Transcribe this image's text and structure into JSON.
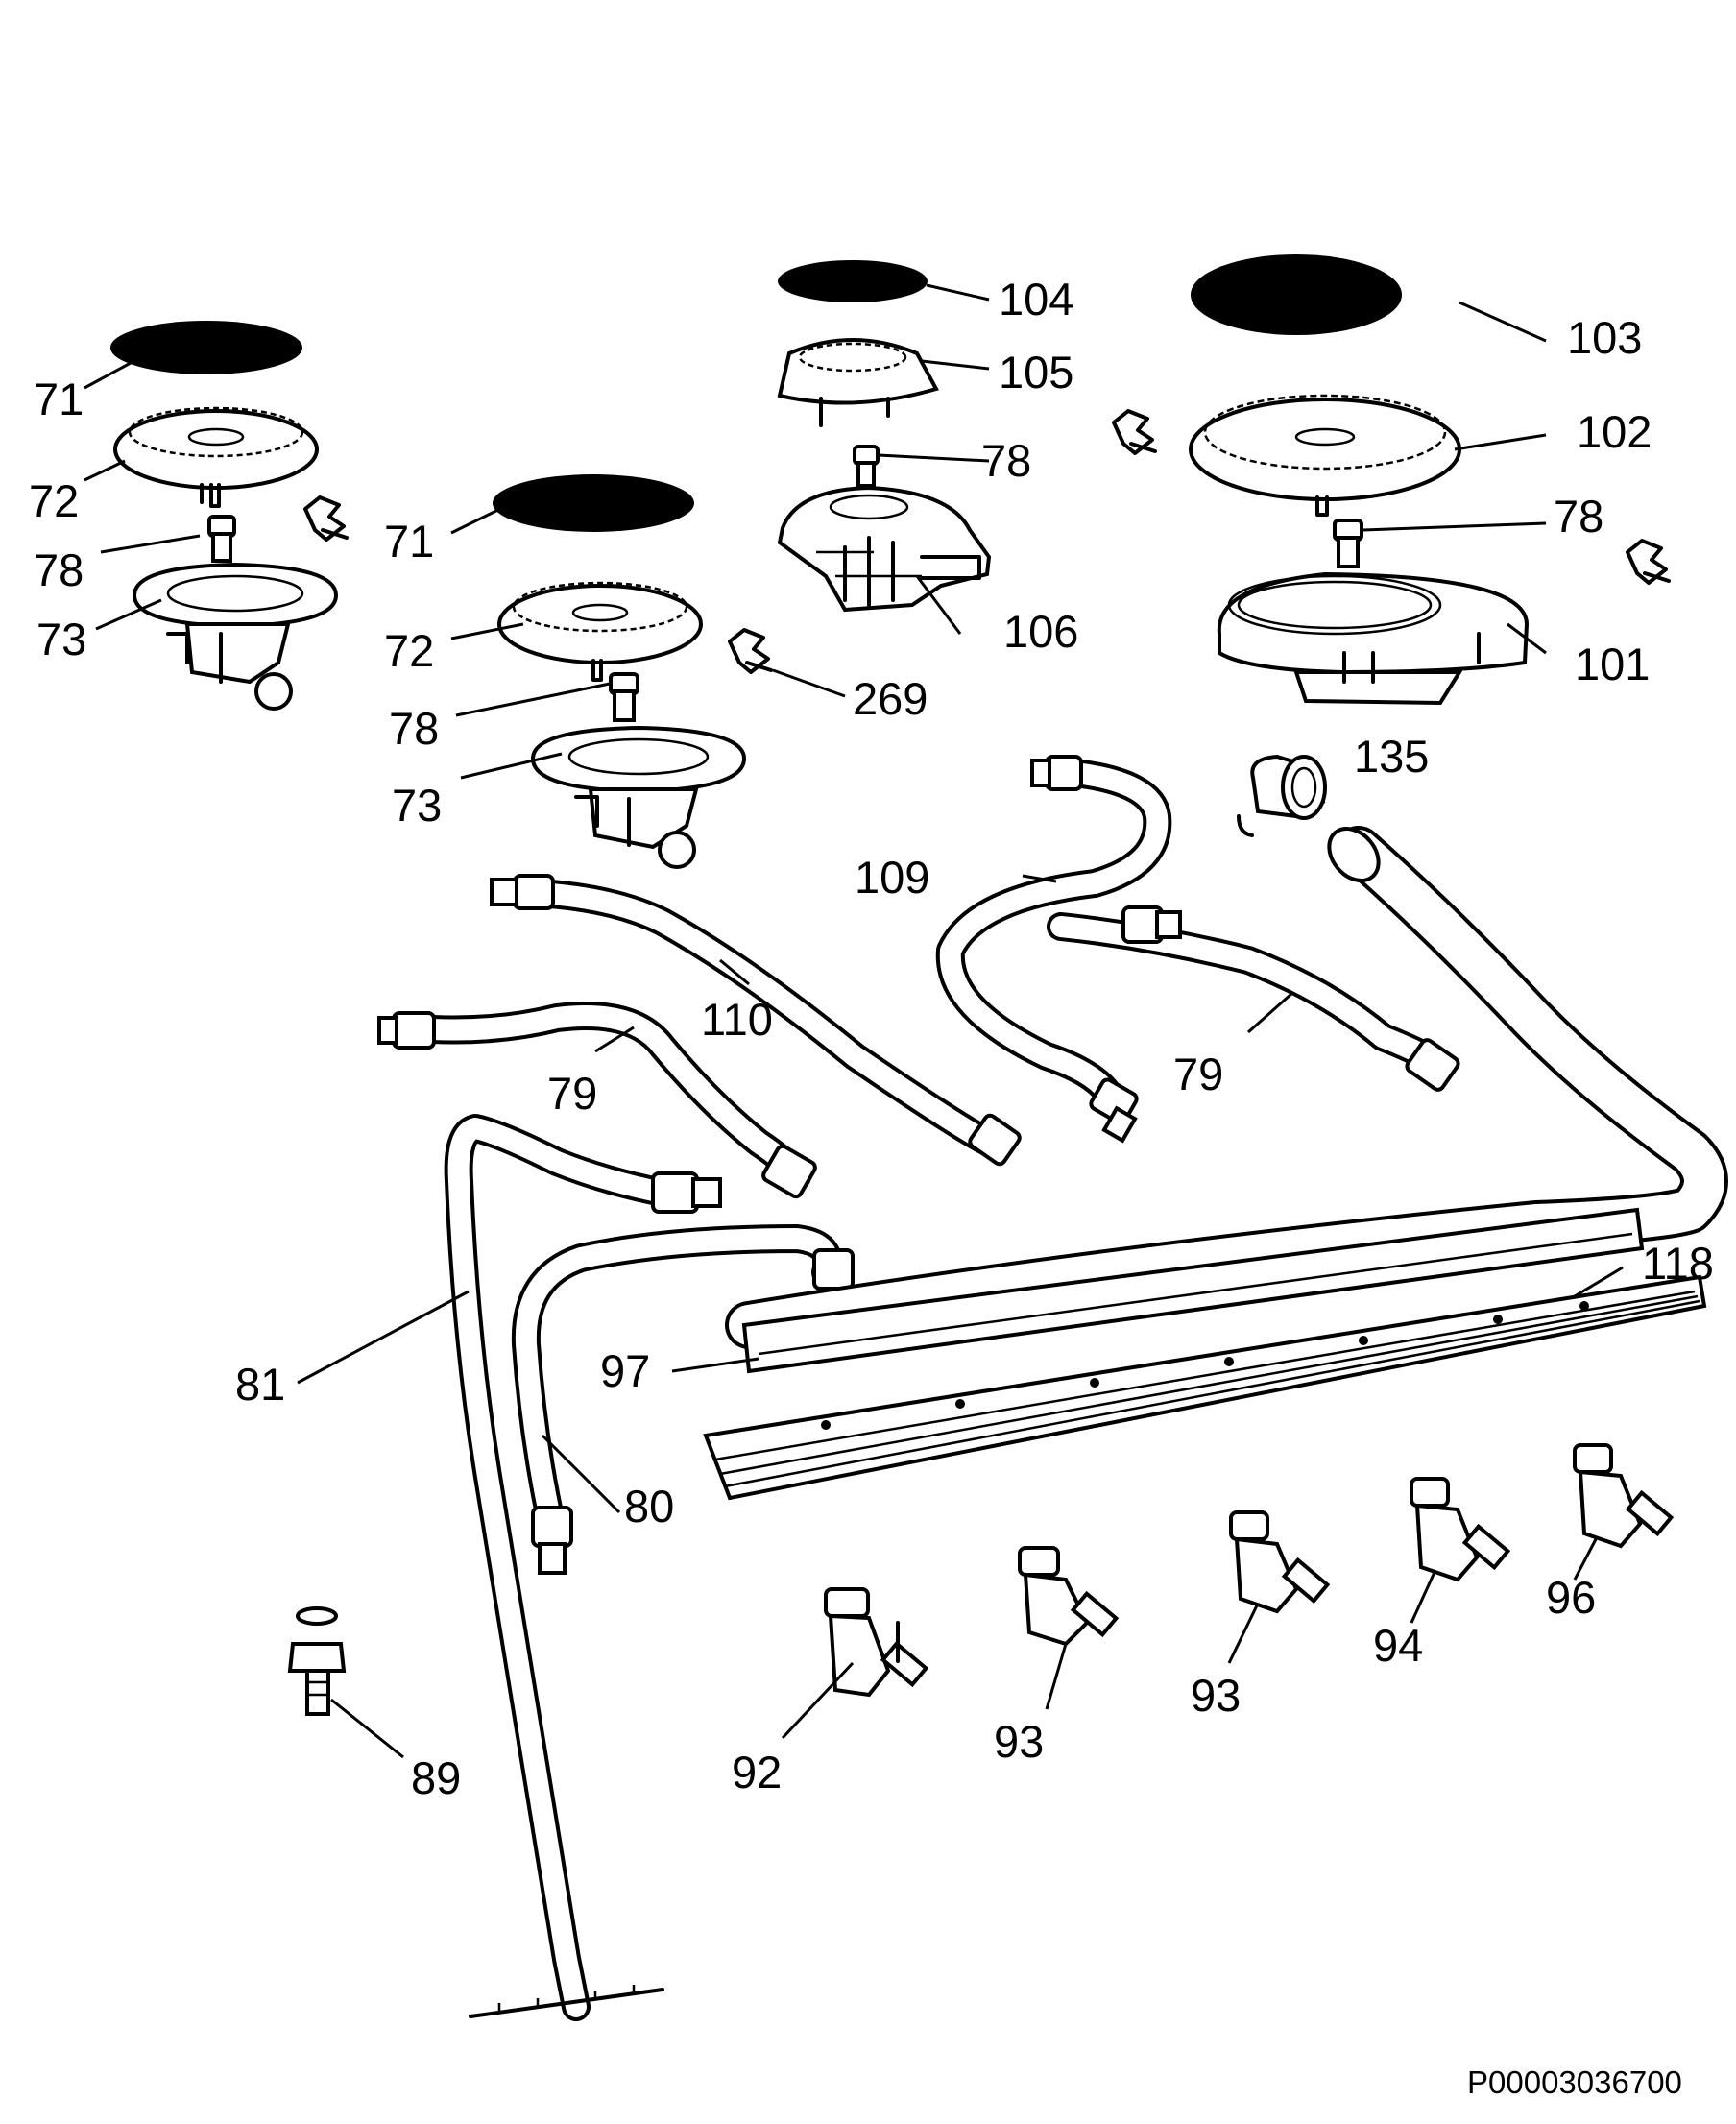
{
  "diagram": {
    "document_code": "P00003036700",
    "labels": {
      "l71a": "71",
      "l72a": "72",
      "l78a": "78",
      "l73a": "73",
      "l71b": "71",
      "l72b": "72",
      "l78b": "78",
      "l73b": "73",
      "l269": "269",
      "l104": "104",
      "l105": "105",
      "l78c": "78",
      "l106": "106",
      "l103": "103",
      "l102": "102",
      "l78d": "78",
      "l101": "101",
      "l135": "135",
      "l109": "109",
      "l110": "110",
      "l79a": "79",
      "l79b": "79",
      "l81": "81",
      "l97": "97",
      "l118": "118",
      "l80": "80",
      "l89": "89",
      "l92": "92",
      "l93a": "93",
      "l93b": "93",
      "l94": "94",
      "l96": "96"
    }
  }
}
